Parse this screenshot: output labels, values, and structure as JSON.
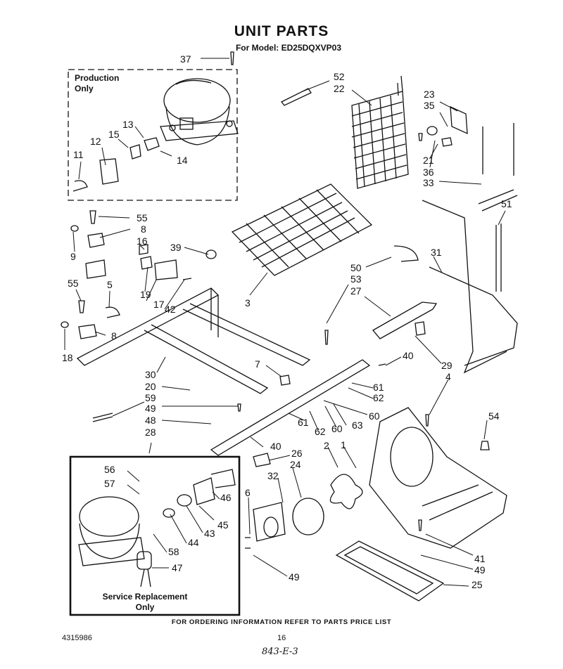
{
  "header": {
    "title": "UNIT PARTS",
    "model_line": "For Model: ED25DQXVP03"
  },
  "boxes": {
    "production_label_1": "Production",
    "production_label_2": "Only",
    "service_label_1": "Service Replacement",
    "service_label_2": "Only"
  },
  "footer": {
    "ordering_note": "FOR ORDERING INFORMATION REFER TO PARTS PRICE LIST",
    "doc_number": "4315986",
    "page_number": "16",
    "handwritten_code": "843-E-3"
  },
  "callouts": [
    "37",
    "52",
    "22",
    "23",
    "35",
    "13",
    "15",
    "12",
    "11",
    "14",
    "21",
    "36",
    "33",
    "51",
    "55",
    "8",
    "16",
    "9",
    "39",
    "50",
    "53",
    "31",
    "27",
    "19",
    "17",
    "42",
    "5",
    "55",
    "3",
    "8",
    "18",
    "40",
    "29",
    "4",
    "7",
    "30",
    "20",
    "61",
    "62",
    "59",
    "49",
    "60",
    "48",
    "61",
    "62",
    "60",
    "63",
    "54",
    "28",
    "40",
    "26",
    "2",
    "1",
    "56",
    "32",
    "24",
    "57",
    "46",
    "6",
    "45",
    "43",
    "44",
    "58",
    "47",
    "41",
    "49",
    "49",
    "25"
  ]
}
